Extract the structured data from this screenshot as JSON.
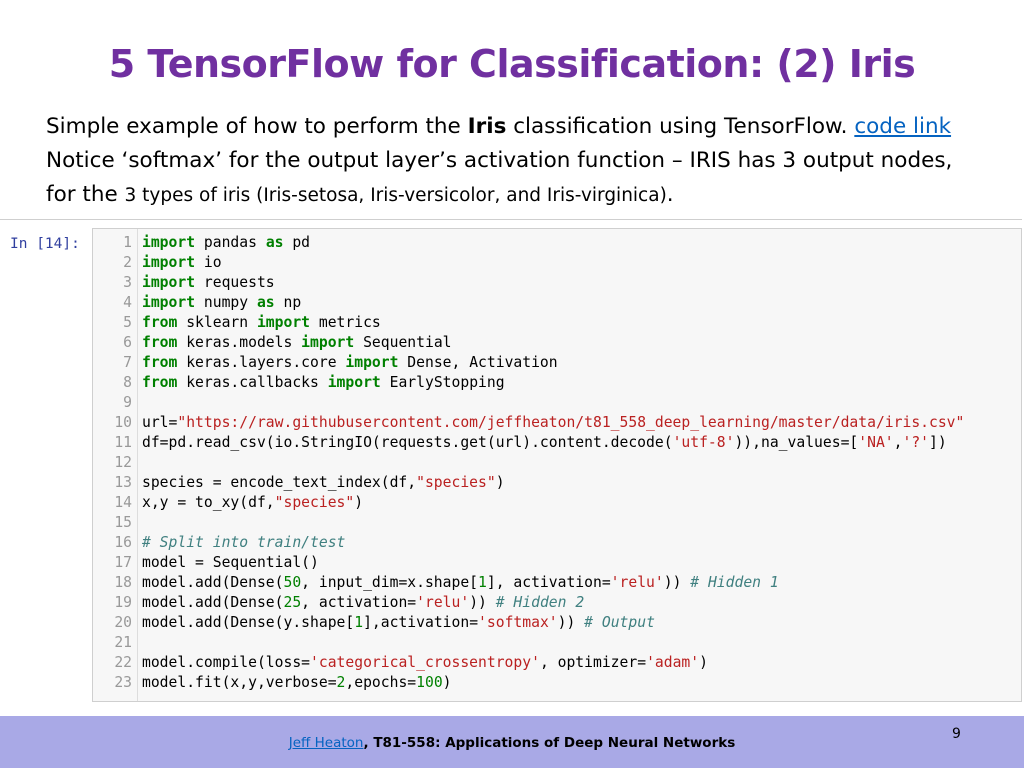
{
  "title": "5 TensorFlow for Classification: (2) Iris",
  "intro": {
    "line1_a": "Simple example of how to perform the ",
    "line1_bold": "Iris",
    "line1_b": " classification using TensorFlow. ",
    "link": "code link",
    "line2": "Notice ‘softmax’ for the output layer’s activation function – IRIS has 3 output nodes,",
    "line3_big": "for the ",
    "line3_small": "3 types of iris (Iris-setosa, Iris-versicolor, and Iris-virginica)",
    "line3_end": "."
  },
  "notebook": {
    "prompt": "In [14]:",
    "lines": [
      [
        [
          "kw",
          "import"
        ],
        [
          "t",
          " pandas "
        ],
        [
          "kw",
          "as"
        ],
        [
          "t",
          " pd"
        ]
      ],
      [
        [
          "kw",
          "import"
        ],
        [
          "t",
          " io"
        ]
      ],
      [
        [
          "kw",
          "import"
        ],
        [
          "t",
          " requests"
        ]
      ],
      [
        [
          "kw",
          "import"
        ],
        [
          "t",
          " numpy "
        ],
        [
          "kw",
          "as"
        ],
        [
          "t",
          " np"
        ]
      ],
      [
        [
          "kw",
          "from"
        ],
        [
          "t",
          " sklearn "
        ],
        [
          "kw",
          "import"
        ],
        [
          "t",
          " metrics"
        ]
      ],
      [
        [
          "kw",
          "from"
        ],
        [
          "t",
          " keras.models "
        ],
        [
          "kw",
          "import"
        ],
        [
          "t",
          " Sequential"
        ]
      ],
      [
        [
          "kw",
          "from"
        ],
        [
          "t",
          " keras.layers.core "
        ],
        [
          "kw",
          "import"
        ],
        [
          "t",
          " Dense, Activation"
        ]
      ],
      [
        [
          "kw",
          "from"
        ],
        [
          "t",
          " keras.callbacks "
        ],
        [
          "kw",
          "import"
        ],
        [
          "t",
          " EarlyStopping"
        ]
      ],
      [],
      [
        [
          "t",
          "url="
        ],
        [
          "str",
          "\"https://raw.githubusercontent.com/jeffheaton/t81_558_deep_learning/master/data/iris.csv\""
        ]
      ],
      [
        [
          "t",
          "df=pd.read_csv(io.StringIO(requests.get(url).content.decode("
        ],
        [
          "str",
          "'utf-8'"
        ],
        [
          "t",
          ")),na_values=["
        ],
        [
          "str",
          "'NA'"
        ],
        [
          "t",
          ","
        ],
        [
          "str",
          "'?'"
        ],
        [
          "t",
          "])"
        ]
      ],
      [],
      [
        [
          "t",
          "species = encode_text_index(df,"
        ],
        [
          "str",
          "\"species\""
        ],
        [
          "t",
          ")"
        ]
      ],
      [
        [
          "t",
          "x,y = to_xy(df,"
        ],
        [
          "str",
          "\"species\""
        ],
        [
          "t",
          ")"
        ]
      ],
      [],
      [
        [
          "cm",
          "# Split into train/test"
        ]
      ],
      [
        [
          "t",
          "model = Sequential()"
        ]
      ],
      [
        [
          "t",
          "model.add(Dense("
        ],
        [
          "num",
          "50"
        ],
        [
          "t",
          ", input_dim=x.shape["
        ],
        [
          "num",
          "1"
        ],
        [
          "t",
          "], activation="
        ],
        [
          "str",
          "'relu'"
        ],
        [
          "t",
          ")) "
        ],
        [
          "cm",
          "# Hidden 1"
        ]
      ],
      [
        [
          "t",
          "model.add(Dense("
        ],
        [
          "num",
          "25"
        ],
        [
          "t",
          ", activation="
        ],
        [
          "str",
          "'relu'"
        ],
        [
          "t",
          ")) "
        ],
        [
          "cm",
          "# Hidden 2"
        ]
      ],
      [
        [
          "t",
          "model.add(Dense(y.shape["
        ],
        [
          "num",
          "1"
        ],
        [
          "t",
          "],activation="
        ],
        [
          "str",
          "'softmax'"
        ],
        [
          "t",
          ")) "
        ],
        [
          "cm",
          "# Output"
        ]
      ],
      [],
      [
        [
          "t",
          "model.compile(loss="
        ],
        [
          "str",
          "'categorical_crossentropy'"
        ],
        [
          "t",
          ", optimizer="
        ],
        [
          "str",
          "'adam'"
        ],
        [
          "t",
          ")"
        ]
      ],
      [
        [
          "t",
          "model.fit(x,y,verbose="
        ],
        [
          "num",
          "2"
        ],
        [
          "t",
          ",epochs="
        ],
        [
          "num",
          "100"
        ],
        [
          "t",
          ")"
        ]
      ]
    ]
  },
  "footer": {
    "author": "Jeff Heaton",
    "sep": ", ",
    "course": "T81-558: Applications of Deep Neural Networks",
    "page": "9"
  },
  "colors": {
    "title": "#7030a0",
    "footer_bg": "#a9a9e6",
    "link": "#0563c1",
    "keyword": "#008000",
    "string": "#ba2121",
    "comment": "#408080"
  }
}
